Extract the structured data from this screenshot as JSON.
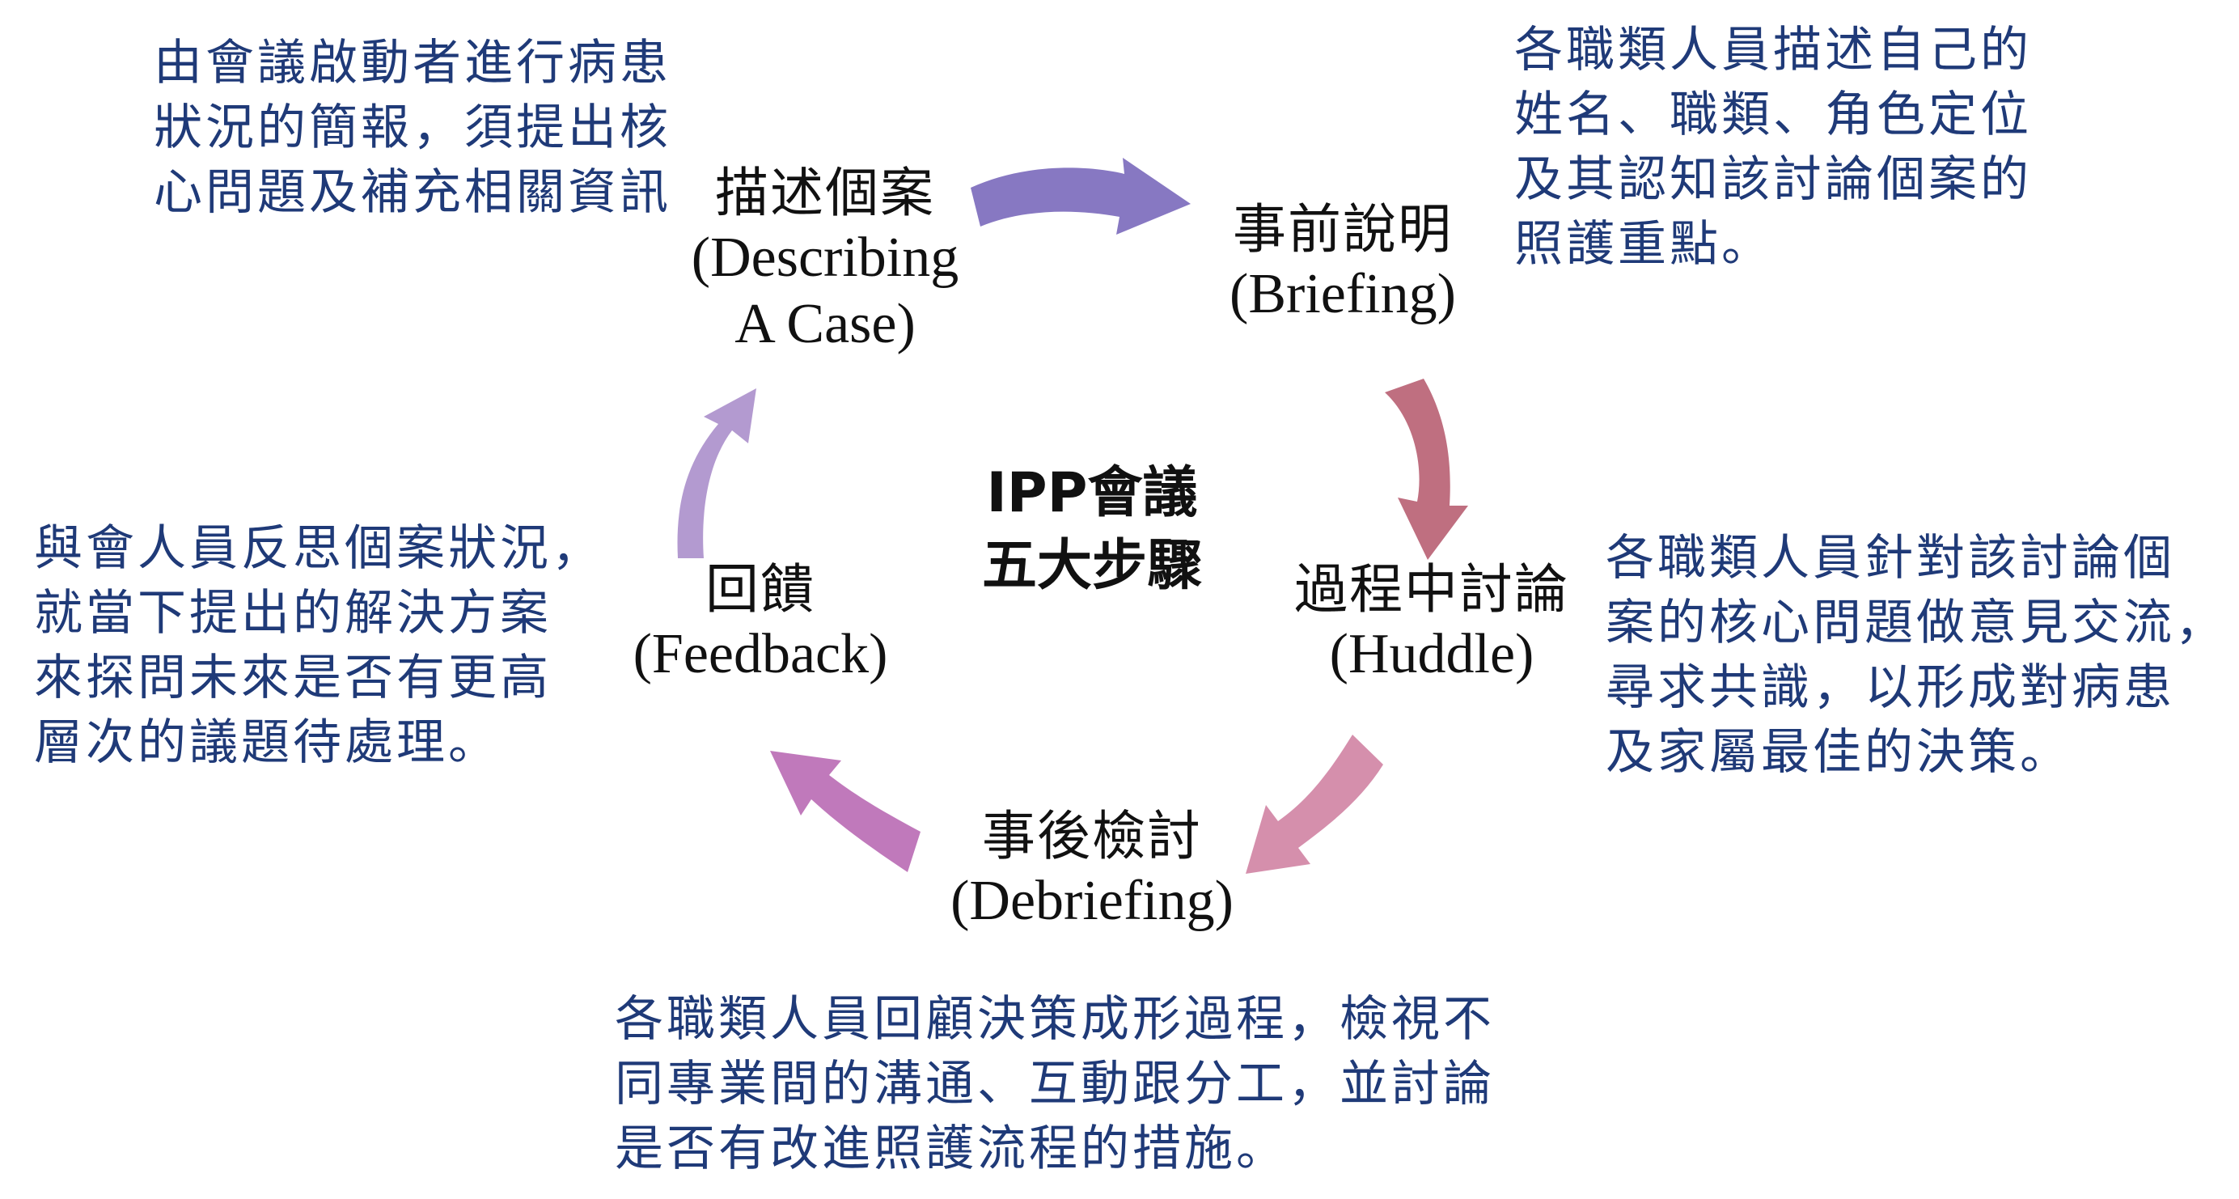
{
  "diagram": {
    "center_title_lines": [
      "IPP會議",
      "五大步驟"
    ],
    "colors": {
      "describing_to_briefing": "#8778c2",
      "briefing_to_huddle": "#bf6f80",
      "huddle_to_debriefing": "#d58fac",
      "debriefing_to_feedback": "#c079bb",
      "feedback_to_describing": "#b39ad0",
      "description_text": "#1f3a78",
      "step_text": "#111111"
    },
    "steps": {
      "describing": {
        "zh": "描述個案",
        "en_lines": [
          "(Describing",
          "A Case)"
        ],
        "description_lines": [
          "由會議啟動者進行病患",
          "狀況的簡報，須提出核",
          "心問題及補充相關資訊"
        ]
      },
      "briefing": {
        "zh": "事前說明",
        "en_lines": [
          "(Briefing)"
        ],
        "description_lines": [
          "各職類人員描述自己的",
          "姓名、職類、角色定位",
          "及其認知該討論個案的",
          "照護重點。"
        ]
      },
      "huddle": {
        "zh": "過程中討論",
        "en_lines": [
          "(Huddle)"
        ],
        "description_lines": [
          "各職類人員針對該討論個",
          "案的核心問題做意見交流，",
          "尋求共識，以形成對病患",
          "及家屬最佳的決策。"
        ]
      },
      "debriefing": {
        "zh": "事後檢討",
        "en_lines": [
          "(Debriefing)"
        ],
        "description_lines": [
          "各職類人員回顧決策成形過程，檢視不",
          "同專業間的溝通、互動跟分工，並討論",
          "是否有改進照護流程的措施。"
        ]
      },
      "feedback": {
        "zh": "回饋",
        "en_lines": [
          "(Feedback)"
        ],
        "description_lines": [
          "與會人員反思個案狀況，",
          "就當下提出的解決方案",
          "來探問未來是否有更高",
          "層次的議題待處理。"
        ]
      }
    }
  }
}
